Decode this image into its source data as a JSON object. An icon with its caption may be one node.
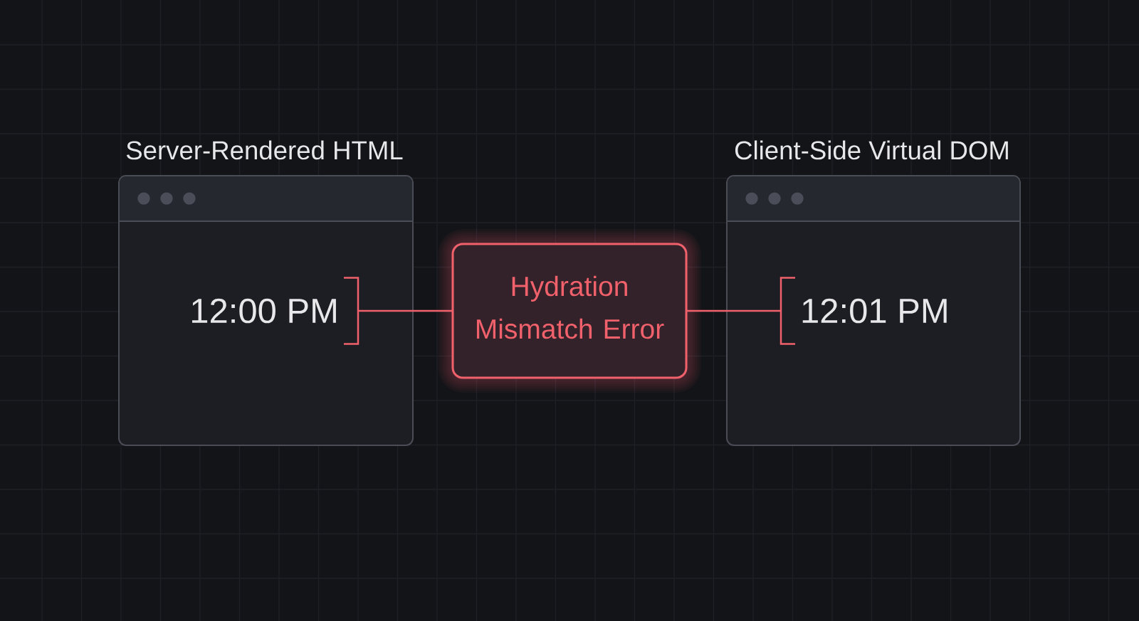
{
  "diagram": {
    "nodes": [
      {
        "text": [
          "Server-Rendered HTML"
        ]
      },
      {
        "text": [
          "12:00 PM"
        ],
        "in": 0
      },
      {
        "text": [
          "Hydration Mismatch Error"
        ]
      },
      {
        "text": [
          "Client-Side Virtual DOM"
        ]
      },
      {
        "text": [
          "12:01 PM"
        ],
        "in": 3
      }
    ],
    "edges": [
      {
        "from": 1,
        "to": 2,
        "arrow": "none"
      },
      {
        "from": 2,
        "to": 4,
        "arrow": "none"
      }
    ]
  }
}
